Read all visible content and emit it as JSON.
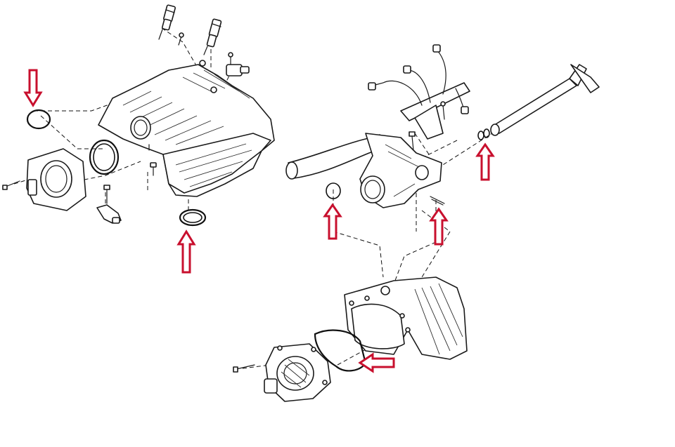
{
  "diagram": {
    "background": "#ffffff",
    "line_color": "#1a1a1a",
    "marker_color": "#c8102e",
    "labels": []
  },
  "parts": [
    {
      "name": "fuel-injector-left-icon"
    },
    {
      "name": "fuel-injector-right-icon"
    },
    {
      "name": "intake-manifold-icon"
    },
    {
      "name": "throttle-body-icon"
    },
    {
      "name": "throttle-gasket-icon"
    },
    {
      "name": "manifold-port-gasket-icon"
    },
    {
      "name": "intake-seal-ring-icon"
    },
    {
      "name": "map-sensor-icon"
    },
    {
      "name": "fuel-rail-icon"
    },
    {
      "name": "coolant-pipe-icon"
    },
    {
      "name": "thermostat-housing-icon"
    },
    {
      "name": "water-pump-icon"
    },
    {
      "name": "water-pump-gasket-icon"
    },
    {
      "name": "engine-block-icon"
    }
  ],
  "markers": [
    {
      "name": "marker-arrow-intake-seal",
      "direction": "down"
    },
    {
      "name": "marker-arrow-manifold-gasket",
      "direction": "up"
    },
    {
      "name": "marker-arrow-hose-oring",
      "direction": "up"
    },
    {
      "name": "marker-arrow-pipe-oring",
      "direction": "up"
    },
    {
      "name": "marker-arrow-housing-oring",
      "direction": "up"
    },
    {
      "name": "marker-arrow-pump-gasket",
      "direction": "left"
    }
  ]
}
